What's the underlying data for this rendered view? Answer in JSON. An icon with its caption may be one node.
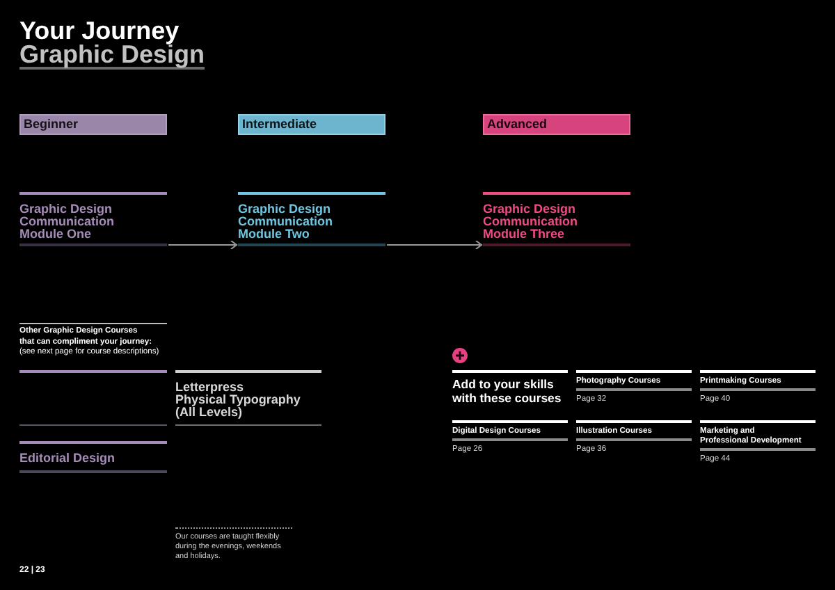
{
  "diagram": {
    "title": "Your Journey",
    "nodes": [
      {
        "text": [
          "Beginner"
        ]
      },
      {
        "text": [
          "Intermediate"
        ]
      },
      {
        "text": [
          "Advanced"
        ]
      },
      {
        "text": [
          "Graphic Design Communication Module One"
        ]
      },
      {
        "text": [
          "Graphic Design Communication Module Two"
        ]
      },
      {
        "text": [
          "Graphic Design Communication Module Three"
        ]
      },
      {
        "text": [],
        "shape": "band"
      },
      {
        "text": [
          "Editorial Design"
        ]
      },
      {
        "text": [
          "Letterpress Physical Typography (All Levels)"
        ]
      },
      {
        "text": [
          "Photography Courses"
        ],
        "beside": [
          "Page 32"
        ]
      },
      {
        "text": [
          "Printmaking Courses"
        ],
        "beside": [
          "Page 40"
        ]
      },
      {
        "text": [
          "Digital Design Courses"
        ],
        "beside": [
          "Page 26"
        ]
      },
      {
        "text": [
          "Illustration Courses"
        ],
        "beside": [
          "Page 36"
        ]
      },
      {
        "text": [
          "Marketing and Professional Development"
        ],
        "beside": [
          "Page 44"
        ]
      }
    ],
    "edges": [
      {
        "from": 3,
        "to": 4,
        "arrow": "to"
      },
      {
        "from": 4,
        "to": 5,
        "arrow": "to"
      }
    ],
    "labels": [
      "Graphic Design",
      "Other Graphic Design Courses that can compliment your journey:",
      "(see next page for course descriptions)",
      "Add to your skills with these courses",
      "Our courses are taught flexibly during the evenings, weekends and holidays.",
      "22 | 23"
    ]
  }
}
